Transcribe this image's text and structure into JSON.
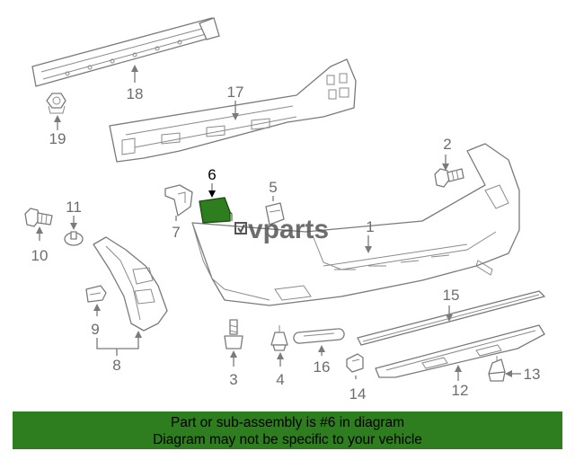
{
  "diagram": {
    "callouts": {
      "p1": "1",
      "p2": "2",
      "p3": "3",
      "p4": "4",
      "p5": "5",
      "p6": "6",
      "p7": "7",
      "p8": "8",
      "p9": "9",
      "p10": "10",
      "p11": "11",
      "p12": "12",
      "p13": "13",
      "p14": "14",
      "p15": "15",
      "p16": "16",
      "p17": "17",
      "p18": "18",
      "p19": "19"
    },
    "highlighted_part": "6",
    "highlight_color": "#2e7d1e",
    "watermark": "vparts"
  },
  "banner": {
    "line1": "Part or sub-assembly is #6 in diagram",
    "line2": "Diagram may not be specific to your vehicle",
    "background": "#2e7d1e"
  }
}
